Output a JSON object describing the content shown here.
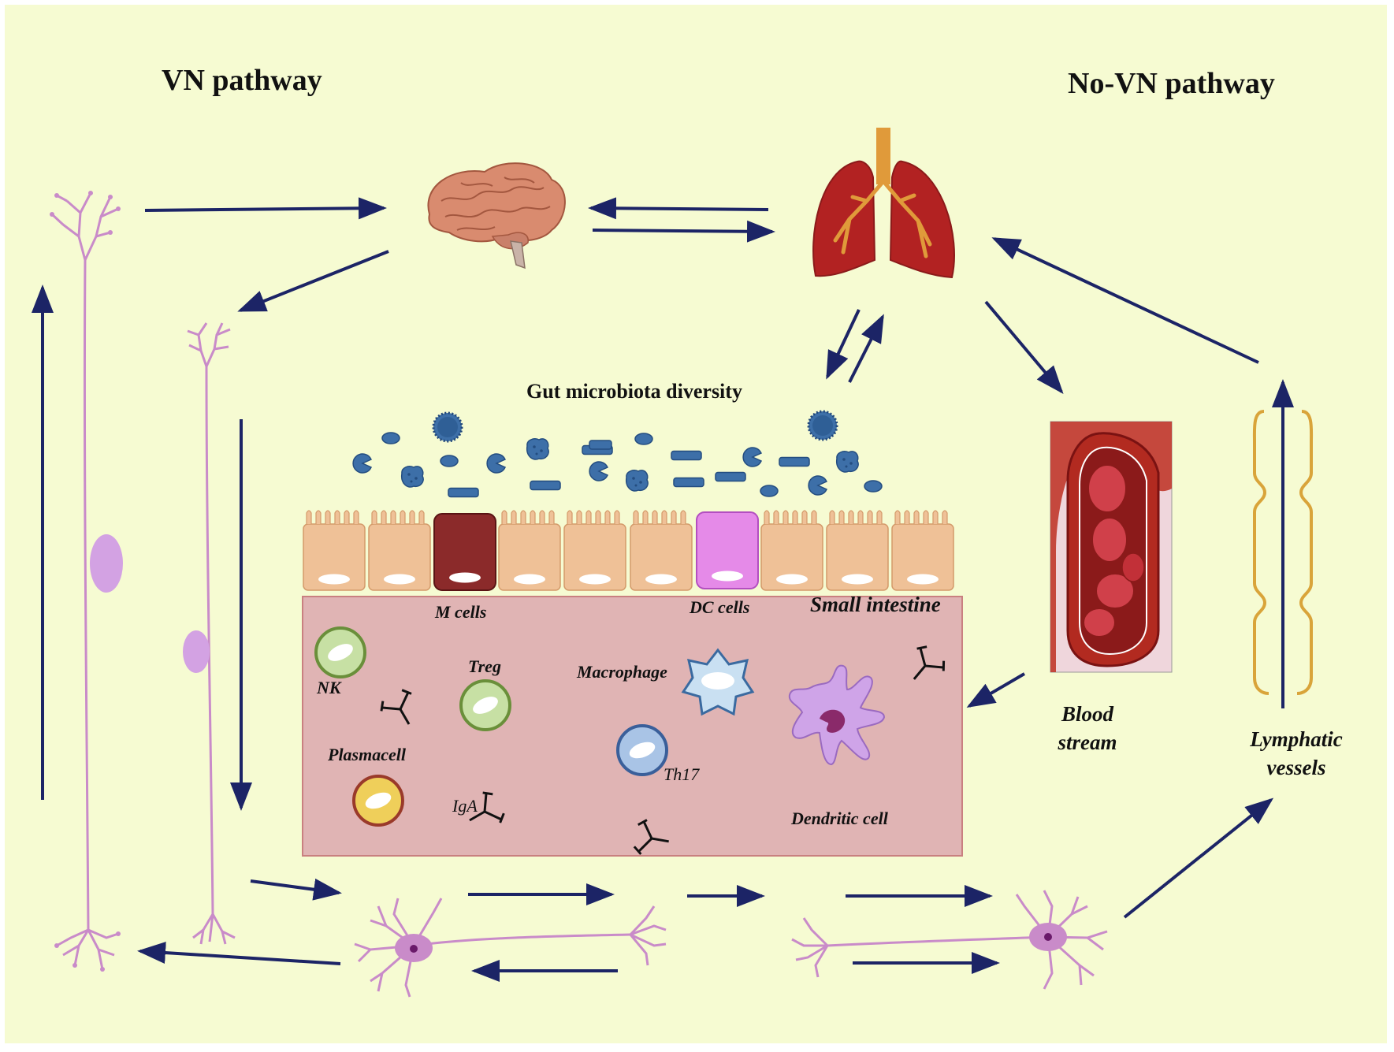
{
  "titles": {
    "vn": "VN pathway",
    "novn": "No-VN pathway"
  },
  "gut": {
    "heading": "Gut microbiota diversity",
    "region": "Small intestine"
  },
  "labels": {
    "m_cells": "M cells",
    "dc_cells": "DC cells",
    "nk": "NK",
    "treg": "Treg",
    "macrophage": "Macrophage",
    "th17": "Th17",
    "plasmacell": "Plasmacell",
    "iga": "IgA",
    "dendritic": "Dendritic cell",
    "blood_1": "Blood",
    "blood_2": "stream",
    "lymph_1": "Lymphatic",
    "lymph_2": "vessels"
  },
  "colors": {
    "background": "#f6fbd2",
    "arrow": "#1c2466",
    "neuron": "#c98bc9",
    "epithelium": "#efc197",
    "m_cell": "#8b2a2a",
    "dc_cell": "#e58ae8",
    "lamina": "#e0b4b4",
    "lamina_border": "#c98080",
    "bacteria": "#3d6fa8",
    "lymph": "#d9a43a",
    "lung": "#b22222",
    "brain": "#d98b6f"
  }
}
